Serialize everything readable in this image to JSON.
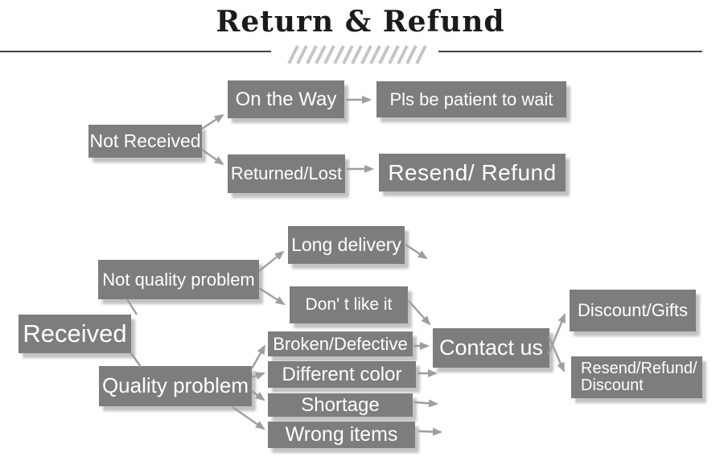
{
  "title": "Return & Refund",
  "colors": {
    "box": "#7d7d7d",
    "box_text": "#ffffff",
    "shadow": "#c2c2c2",
    "arrow": "#9e9e9e",
    "title": "#1b1b1b",
    "rule": "#424242",
    "hatch": "#c5c5c5",
    "bg": "#ffffff"
  },
  "nodes": {
    "not_received": "Not Received",
    "on_the_way": "On the Way",
    "pls_wait": "Pls be patient to wait",
    "returned_lost": "Returned/Lost",
    "resend_refund": "Resend/ Refund",
    "received": "Received",
    "not_quality_problem": "Not quality problem",
    "long_delivery": "Long delivery",
    "dont_like_it": "Don' t like it",
    "quality_problem": "Quality problem",
    "broken_defective": "Broken/Defective",
    "different_color": "Different color",
    "shortage": "Shortage",
    "wrong_items": "Wrong items",
    "contact_us": "Contact us",
    "discount_gifts": "Discount/Gifts",
    "resend_refund_discount_line1": "Resend/Refund/",
    "resend_refund_discount_line2": "Discount"
  }
}
